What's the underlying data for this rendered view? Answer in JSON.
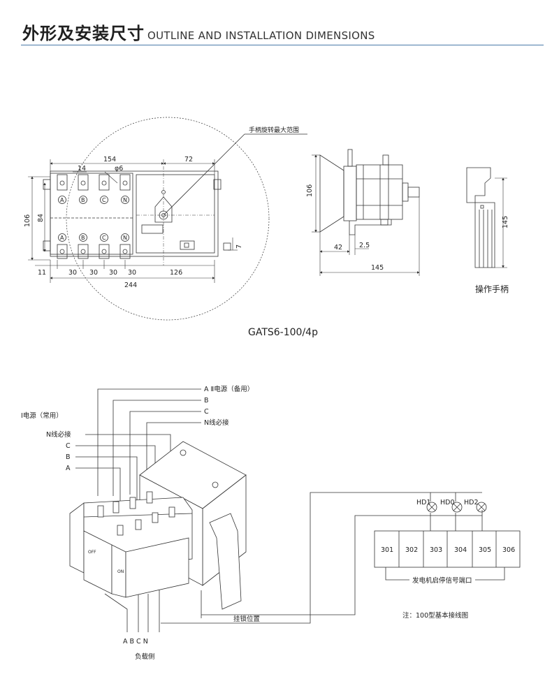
{
  "header": {
    "title_cn": "外形及安装尺寸",
    "title_en": "OUTLINE AND INSTALLATION DIMENSIONS",
    "accent_color": "#4a7aa8"
  },
  "outline": {
    "handle_range_label": "手柄旋转最大范围",
    "dim_154": "154",
    "dim_72": "72",
    "dim_14": "14",
    "dim_phi6": "φ6",
    "dim_106": "106",
    "dim_84": "84",
    "dim_7": "7",
    "dim_11": "11",
    "dim_30a": "30",
    "dim_30b": "30",
    "dim_30c": "30",
    "dim_30d": "30",
    "dim_126": "126",
    "dim_244": "244",
    "phase_a": "A",
    "phase_b": "B",
    "phase_c": "C",
    "phase_n": "N"
  },
  "side_view": {
    "dim_106": "106",
    "dim_42": "42",
    "dim_2_5": "2.5",
    "dim_145": "145"
  },
  "handle_view": {
    "dim_145": "145",
    "label": "操作手柄"
  },
  "model_label": "GATS6-100/4p",
  "wiring": {
    "source2_label": "A   Ⅱ电源（备用）",
    "source2_b": "B",
    "source2_c": "C",
    "source2_n": "N线必接",
    "source1_label": "Ⅰ电源（常用）",
    "source1_n": "N线必接",
    "source1_c": "C",
    "source1_b": "B",
    "source1_a": "A",
    "hd1": "HD1",
    "hd0": "HD0",
    "hd2": "HD2",
    "terminals": [
      "301",
      "302",
      "303",
      "304",
      "305",
      "306"
    ],
    "generator_signal": "发电机启停信号端口",
    "lock_position": "挂锁位置",
    "note": "注：100型基本接线图",
    "load_phases": "A  B  C  N",
    "load_side": "负载侧",
    "switch_off": "OFF",
    "switch_on": "ON"
  }
}
